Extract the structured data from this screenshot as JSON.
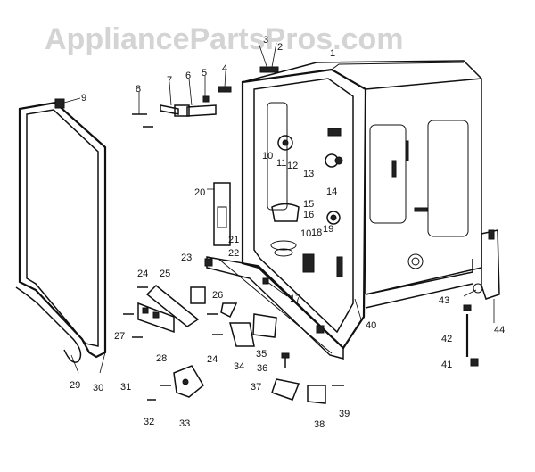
{
  "watermark": "AppliancePartsPros.com",
  "part_numbers": [
    "1",
    "2",
    "3",
    "4",
    "5",
    "6",
    "7",
    "8",
    "9",
    "10",
    "10",
    "11",
    "12",
    "13",
    "14",
    "15",
    "16",
    "17",
    "18",
    "19",
    "20",
    "21",
    "22",
    "23",
    "24",
    "24",
    "25",
    "26",
    "27",
    "28",
    "29",
    "30",
    "31",
    "32",
    "33",
    "34",
    "35",
    "36",
    "37",
    "38",
    "39",
    "40",
    "41",
    "42",
    "43",
    "44"
  ],
  "colors": {
    "ink": "#111111",
    "watermark": "#d4d4d4",
    "background": "#ffffff"
  }
}
